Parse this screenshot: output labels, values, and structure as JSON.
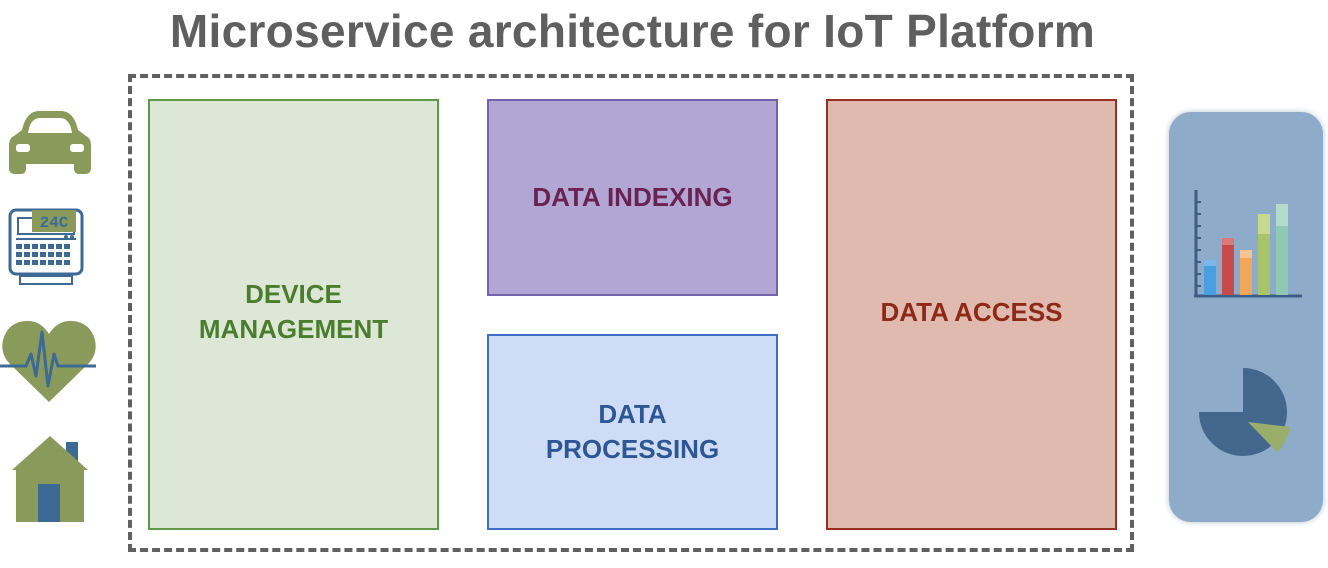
{
  "title": "Microservice architecture for IoT Platform",
  "services": {
    "device_management": "DEVICE\nMANAGEMENT",
    "data_indexing": "DATA INDEXING",
    "data_processing": "DATA\nPROCESSING",
    "data_access": "DATA ACCESS"
  },
  "devices": {
    "icons": [
      "car-icon",
      "thermostat-icon",
      "heart-monitor-icon",
      "house-icon"
    ],
    "thermostat_display": "24C"
  },
  "analytics": {
    "icons": [
      "bar-chart-icon",
      "pie-chart-icon"
    ]
  },
  "colors": {
    "title": "#5f5f5f",
    "device_fill": "#dce8d5",
    "device_text": "#4a7d2d",
    "indexing_fill": "#b2a7d4",
    "indexing_text": "#6a2253",
    "processing_fill": "#cfdcf5",
    "processing_text": "#2d5694",
    "access_fill": "#e0b9af",
    "access_text": "#8c2a17",
    "icon_green": "#8a9a5b",
    "panel": "#8eabc9"
  }
}
